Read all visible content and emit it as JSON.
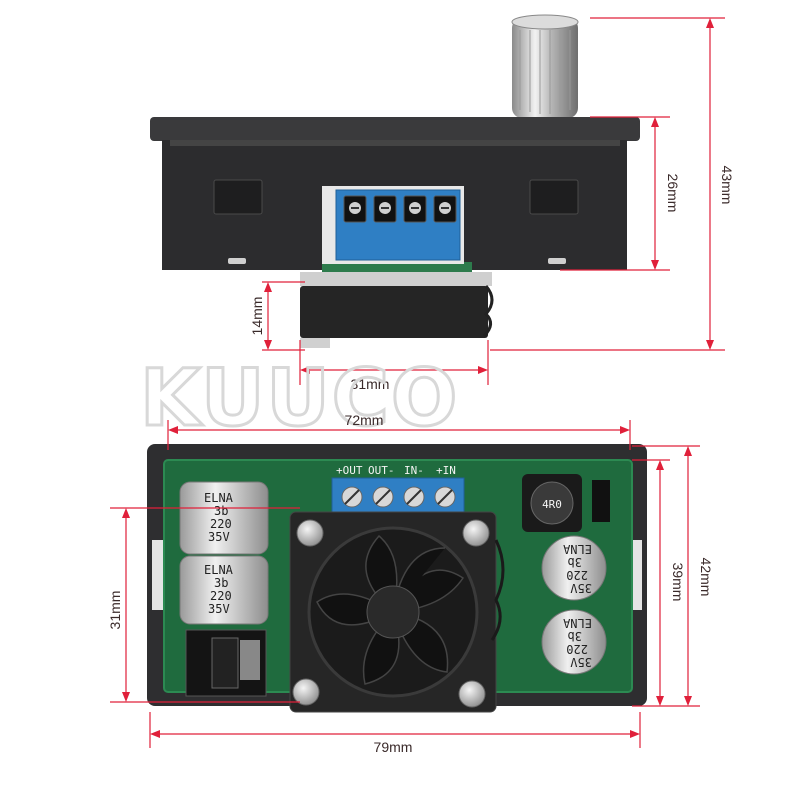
{
  "watermark": "KUUCO",
  "dimensions": {
    "top_height_body": "26mm",
    "top_height_total": "43mm",
    "fan_depth": "14mm",
    "fan_width": "31mm",
    "inner_width": "72mm",
    "board_height_inner": "39mm",
    "board_height_total": "42mm",
    "fan_height": "31mm",
    "total_width": "79mm"
  },
  "terminal_labels": [
    "+OUT",
    "OUT-",
    "IN-",
    "+IN"
  ],
  "capacitor": {
    "brand": "ELNA",
    "series": "3b",
    "value": "220",
    "voltage": "35V"
  },
  "inductor_label": "4R0",
  "colors": {
    "dimension_line": "#e0203a",
    "case": "#2e2e30",
    "pcb": "#1f6b3e",
    "terminal": "#2f7fc4"
  }
}
